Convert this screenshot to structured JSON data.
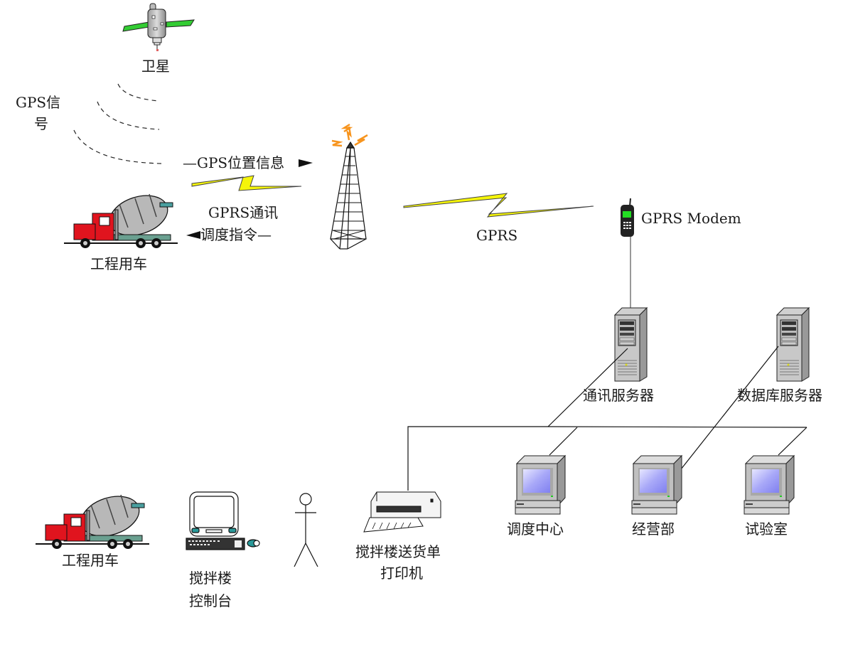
{
  "diagram": {
    "title": "",
    "nodes": {
      "satellite": {
        "label": "卫星",
        "icon": "satellite-icon"
      },
      "gps_signal": {
        "label_line1": "GPS信",
        "label_line2": "号"
      },
      "vehicle_top": {
        "label": "工程用车",
        "icon": "mixer-truck-icon"
      },
      "tower": {
        "icon": "cell-tower-icon"
      },
      "gprs_modem": {
        "label": "GPRS Modem",
        "icon": "mobile-phone-icon"
      },
      "comm_server": {
        "label": "通讯服务器",
        "icon": "server-tower-icon"
      },
      "db_server": {
        "label": "数据库服务器",
        "icon": "server-tower-icon"
      },
      "dispatch_center": {
        "label": "调度中心",
        "icon": "desktop-computer-icon"
      },
      "business_dept": {
        "label": "经营部",
        "icon": "desktop-computer-icon"
      },
      "laboratory": {
        "label": "试验室",
        "icon": "desktop-computer-icon"
      },
      "vehicle_bottom": {
        "label": "工程用车",
        "icon": "mixer-truck-icon"
      },
      "mixer_console": {
        "label_line1": "搅拌楼",
        "label_line2": "控制台",
        "icon": "workstation-icon"
      },
      "operator": {
        "icon": "stick-figure-icon"
      },
      "printer": {
        "label_line1": "搅拌楼送货单",
        "label_line2": "打印机",
        "icon": "printer-icon"
      }
    },
    "edges": {
      "gps_position": {
        "label": "—GPS位置信息",
        "direction": "vehicle-to-tower"
      },
      "gprs_comm": {
        "label": "GPRS通讯"
      },
      "dispatch_cmd": {
        "label": "调度指令—",
        "direction": "tower-to-vehicle"
      },
      "tower_modem": {
        "label": "GPRS"
      }
    },
    "colors": {
      "lightning": "#f5f50a",
      "lightning_outline": "#555555",
      "tower_signal": "#f7941d",
      "satellite_panel": "#33cc33",
      "truck_red": "#e0141e",
      "screen_blue": "#9a9af5",
      "phone_screen": "#22dd22"
    }
  }
}
